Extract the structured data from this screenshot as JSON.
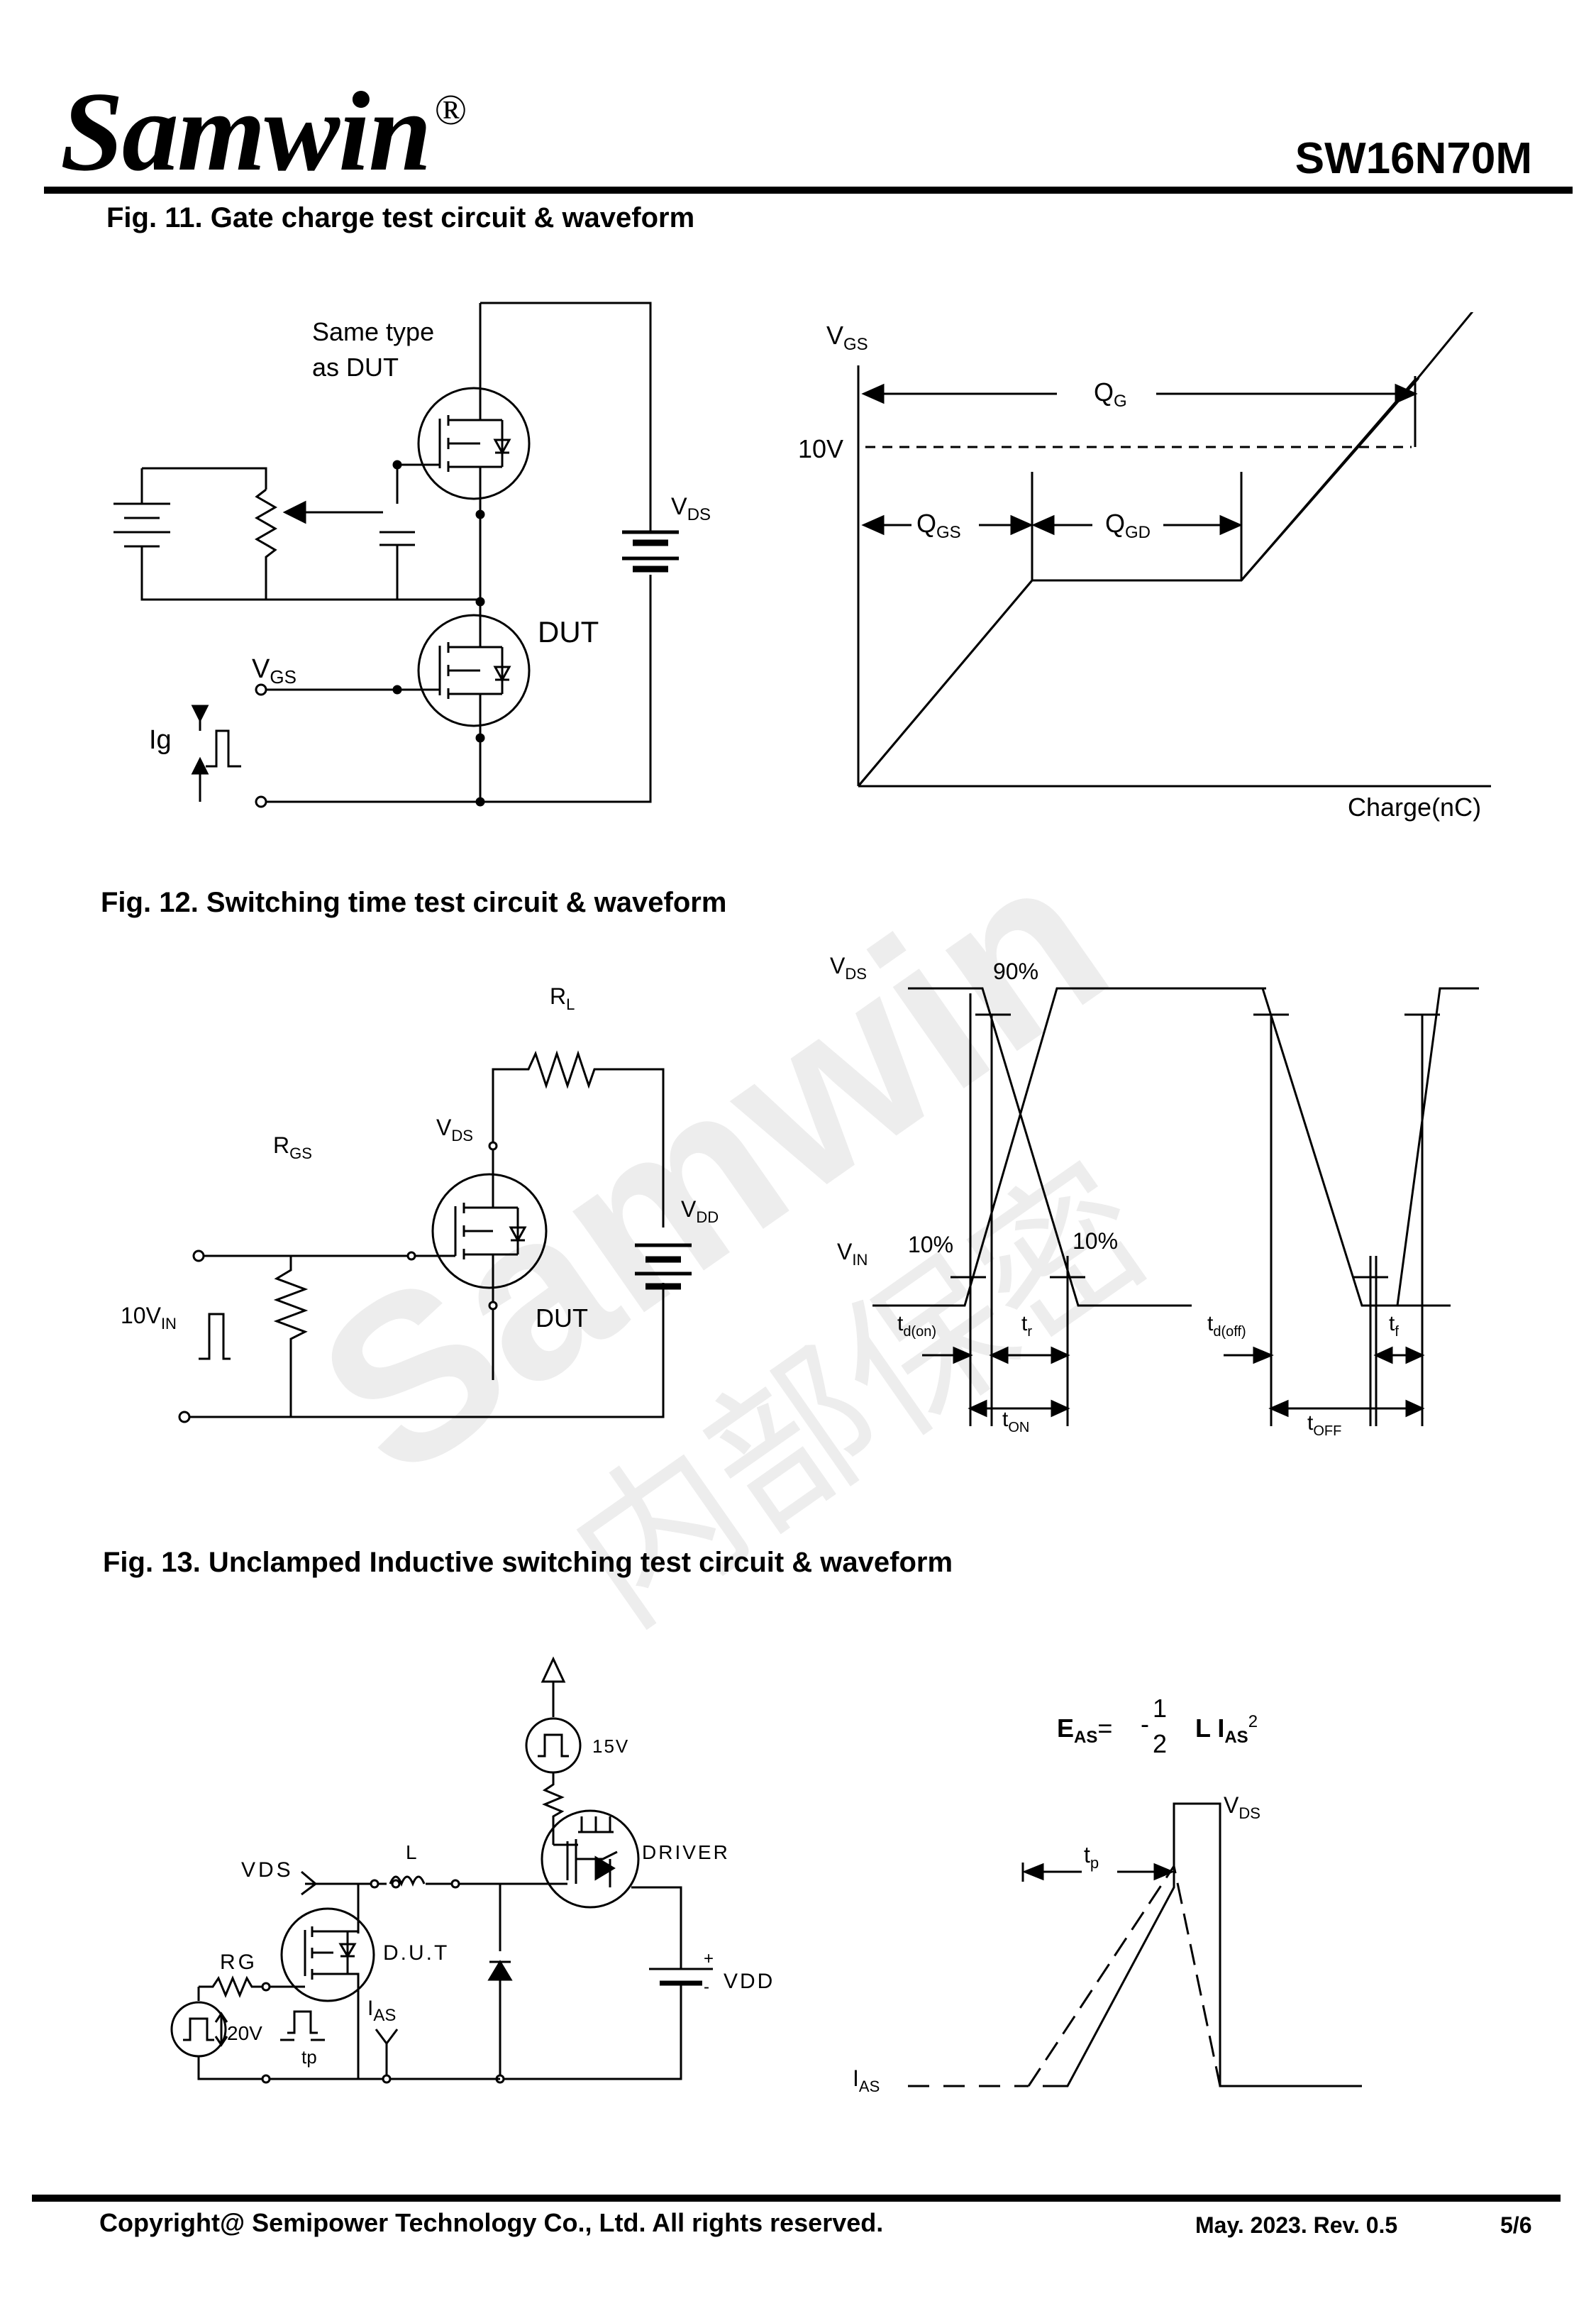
{
  "header": {
    "brand": "Samwin",
    "registered": "®",
    "part_number": "SW16N70M"
  },
  "watermark": {
    "latin": "Samwin",
    "cjk": "内部保密"
  },
  "fig11": {
    "title": "Fig. 11. Gate charge test circuit & waveform",
    "circuit": {
      "same_type_line1": "Same type",
      "same_type_line2": "as DUT",
      "vds_main": "V",
      "vds_sub": "DS",
      "dut": "DUT",
      "vgs_main": "V",
      "vgs_sub": "GS",
      "ig": "Ig"
    },
    "waveform": {
      "vgs_main": "V",
      "vgs_sub": "GS",
      "qg_main": "Q",
      "qg_sub": "G",
      "ten_v": "10V",
      "qgs_main": "Q",
      "qgs_sub": "GS",
      "qgd_main": "Q",
      "qgd_sub": "GD",
      "x_label": "Charge(nC)"
    }
  },
  "fig12": {
    "title": "Fig. 12. Switching time test circuit & waveform",
    "circuit": {
      "rl_main": "R",
      "rl_sub": "L",
      "rgs_main": "R",
      "rgs_sub": "GS",
      "vds_main": "V",
      "vds_sub": "DS",
      "vdd_main": "V",
      "vdd_sub": "DD",
      "dut": "DUT",
      "vin_main": "10V",
      "vin_sub": "IN"
    },
    "waveform": {
      "vds_main": "V",
      "vds_sub": "DS",
      "vin_main": "V",
      "vin_sub": "IN",
      "p90": "90%",
      "p10a": "10%",
      "p10b": "10%",
      "tdon_main": "t",
      "tdon_sub": "d(on)",
      "tr_main": "t",
      "tr_sub": "r",
      "tdoff_main": "t",
      "tdoff_sub": "d(off)",
      "tf_main": "t",
      "tf_sub": "f",
      "ton_main": "t",
      "ton_sub": "ON",
      "toff_main": "t",
      "toff_sub": "OFF"
    }
  },
  "fig13": {
    "title": "Fig. 13. Unclamped Inductive switching test circuit & waveform",
    "circuit": {
      "v15": "15V",
      "driver": "DRIVER",
      "vds": "VDS",
      "l": "L",
      "dut": "D.U.T",
      "rg": "RG",
      "ias_main": "I",
      "ias_sub": "AS",
      "v20": "20V",
      "tp": "tp",
      "vdd": "VDD",
      "plus": "+",
      "minus": "-"
    },
    "waveform": {
      "eas_main": "E",
      "eas_sub": "AS",
      "equals": "=",
      "minus": "-",
      "num": "1",
      "den": "2",
      "l_i": "L I",
      "ias_sub": "AS",
      "sq": "2",
      "vds_main": "V",
      "vds_sub": "DS",
      "tp_main": "t",
      "tp_sub": "p",
      "ias_label_main": "I",
      "ias_label_sub": "AS"
    }
  },
  "footer": {
    "copyright": "Copyright@ Semipower Technology Co., Ltd. All rights reserved.",
    "date_rev": "May. 2023. Rev. 0.5",
    "page": "5/6"
  }
}
